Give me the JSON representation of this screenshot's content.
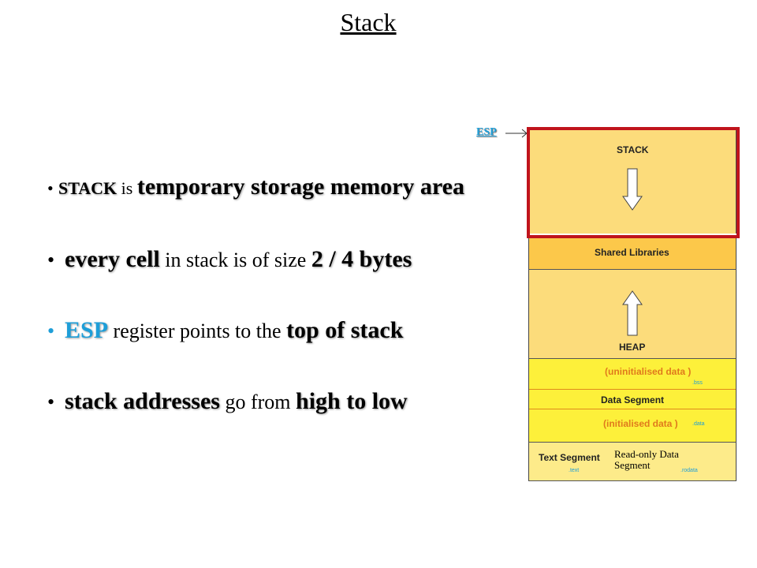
{
  "title": "Stack",
  "bullets": [
    {
      "bullet": "•",
      "a": "STACK",
      "b": " is ",
      "c": "temporary storage memory area"
    },
    {
      "bullet": "•",
      "a": "every cell",
      "b": " in stack is of size ",
      "c": "2 / 4 bytes"
    },
    {
      "bullet": "•",
      "a": "ESP",
      "b": " register points to the ",
      "c": "top of stack"
    },
    {
      "bullet": "•",
      "a": "stack addresses",
      "b": " go from ",
      "c": "high to low"
    }
  ],
  "memory": {
    "esp_label": "ESP",
    "stack_label": "STACK",
    "shared_label": "Shared Libraries",
    "heap_label": "HEAP",
    "uninit_label": "(uninitialised data )",
    "bss_tag": ".bss",
    "data_segment_label": "Data Segment",
    "init_label": "(initialised data )",
    "data_tag": ".data",
    "text_segment_label": "Text Segment",
    "text_tag": ".text",
    "readonly_label": "Read-only Data Segment",
    "rodata_tag": ".rodata"
  },
  "colors": {
    "accent_blue": "#1e9ed8",
    "highlight_red": "#c0141c",
    "stack_fill": "#fcdc7b",
    "shared_fill": "#fcc84a",
    "data_fill": "#fdf03a"
  }
}
